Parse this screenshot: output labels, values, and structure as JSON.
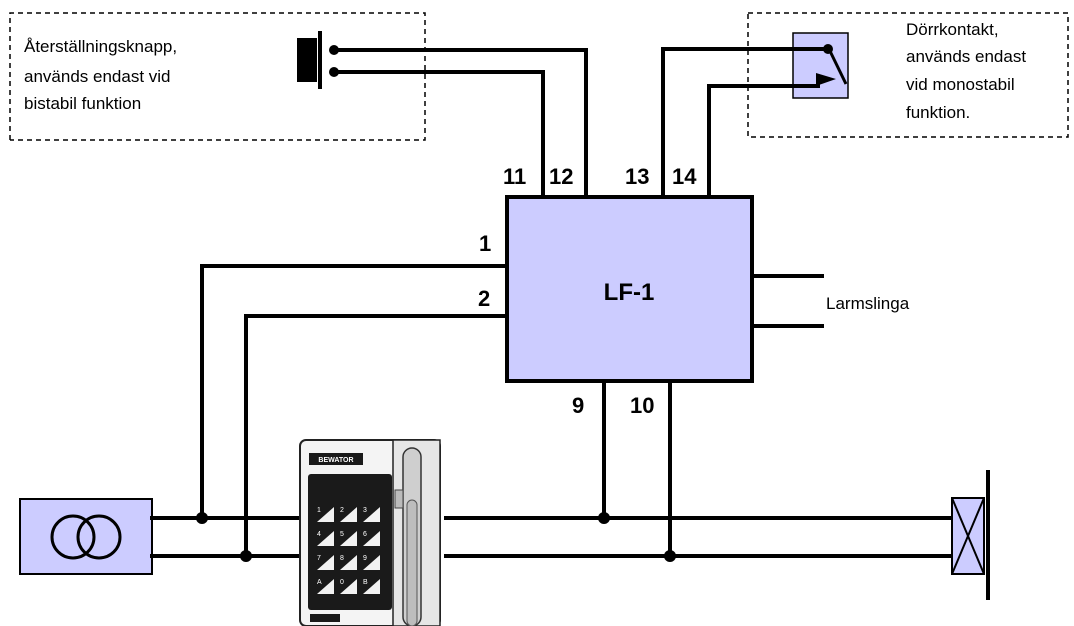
{
  "reset_button_note": [
    "Återställningsknapp,",
    "används endast vid",
    "bistabil funktion"
  ],
  "door_contact_note": [
    "Dörrkontakt,",
    "används endast",
    "vid monostabil",
    "funktion."
  ],
  "unit": {
    "label": "LF-1",
    "terminals": {
      "t1": "1",
      "t2": "2",
      "t9": "9",
      "t10": "10",
      "t11": "11",
      "t12": "12",
      "t13": "13",
      "t14": "14"
    }
  },
  "alarm_loop_label": "Larmslinga",
  "keypad": {
    "brand": "BEWATOR",
    "keys": [
      "1",
      "2",
      "3",
      "4",
      "5",
      "6",
      "7",
      "8",
      "9",
      "A",
      "0",
      "B"
    ]
  },
  "colors": {
    "box_fill": "#ccccff",
    "line": "#000000"
  },
  "icons": [
    "push-button-icon",
    "door-contact-switch-icon",
    "transformer-icon",
    "door-lock-icon",
    "keypad-reader-icon"
  ]
}
